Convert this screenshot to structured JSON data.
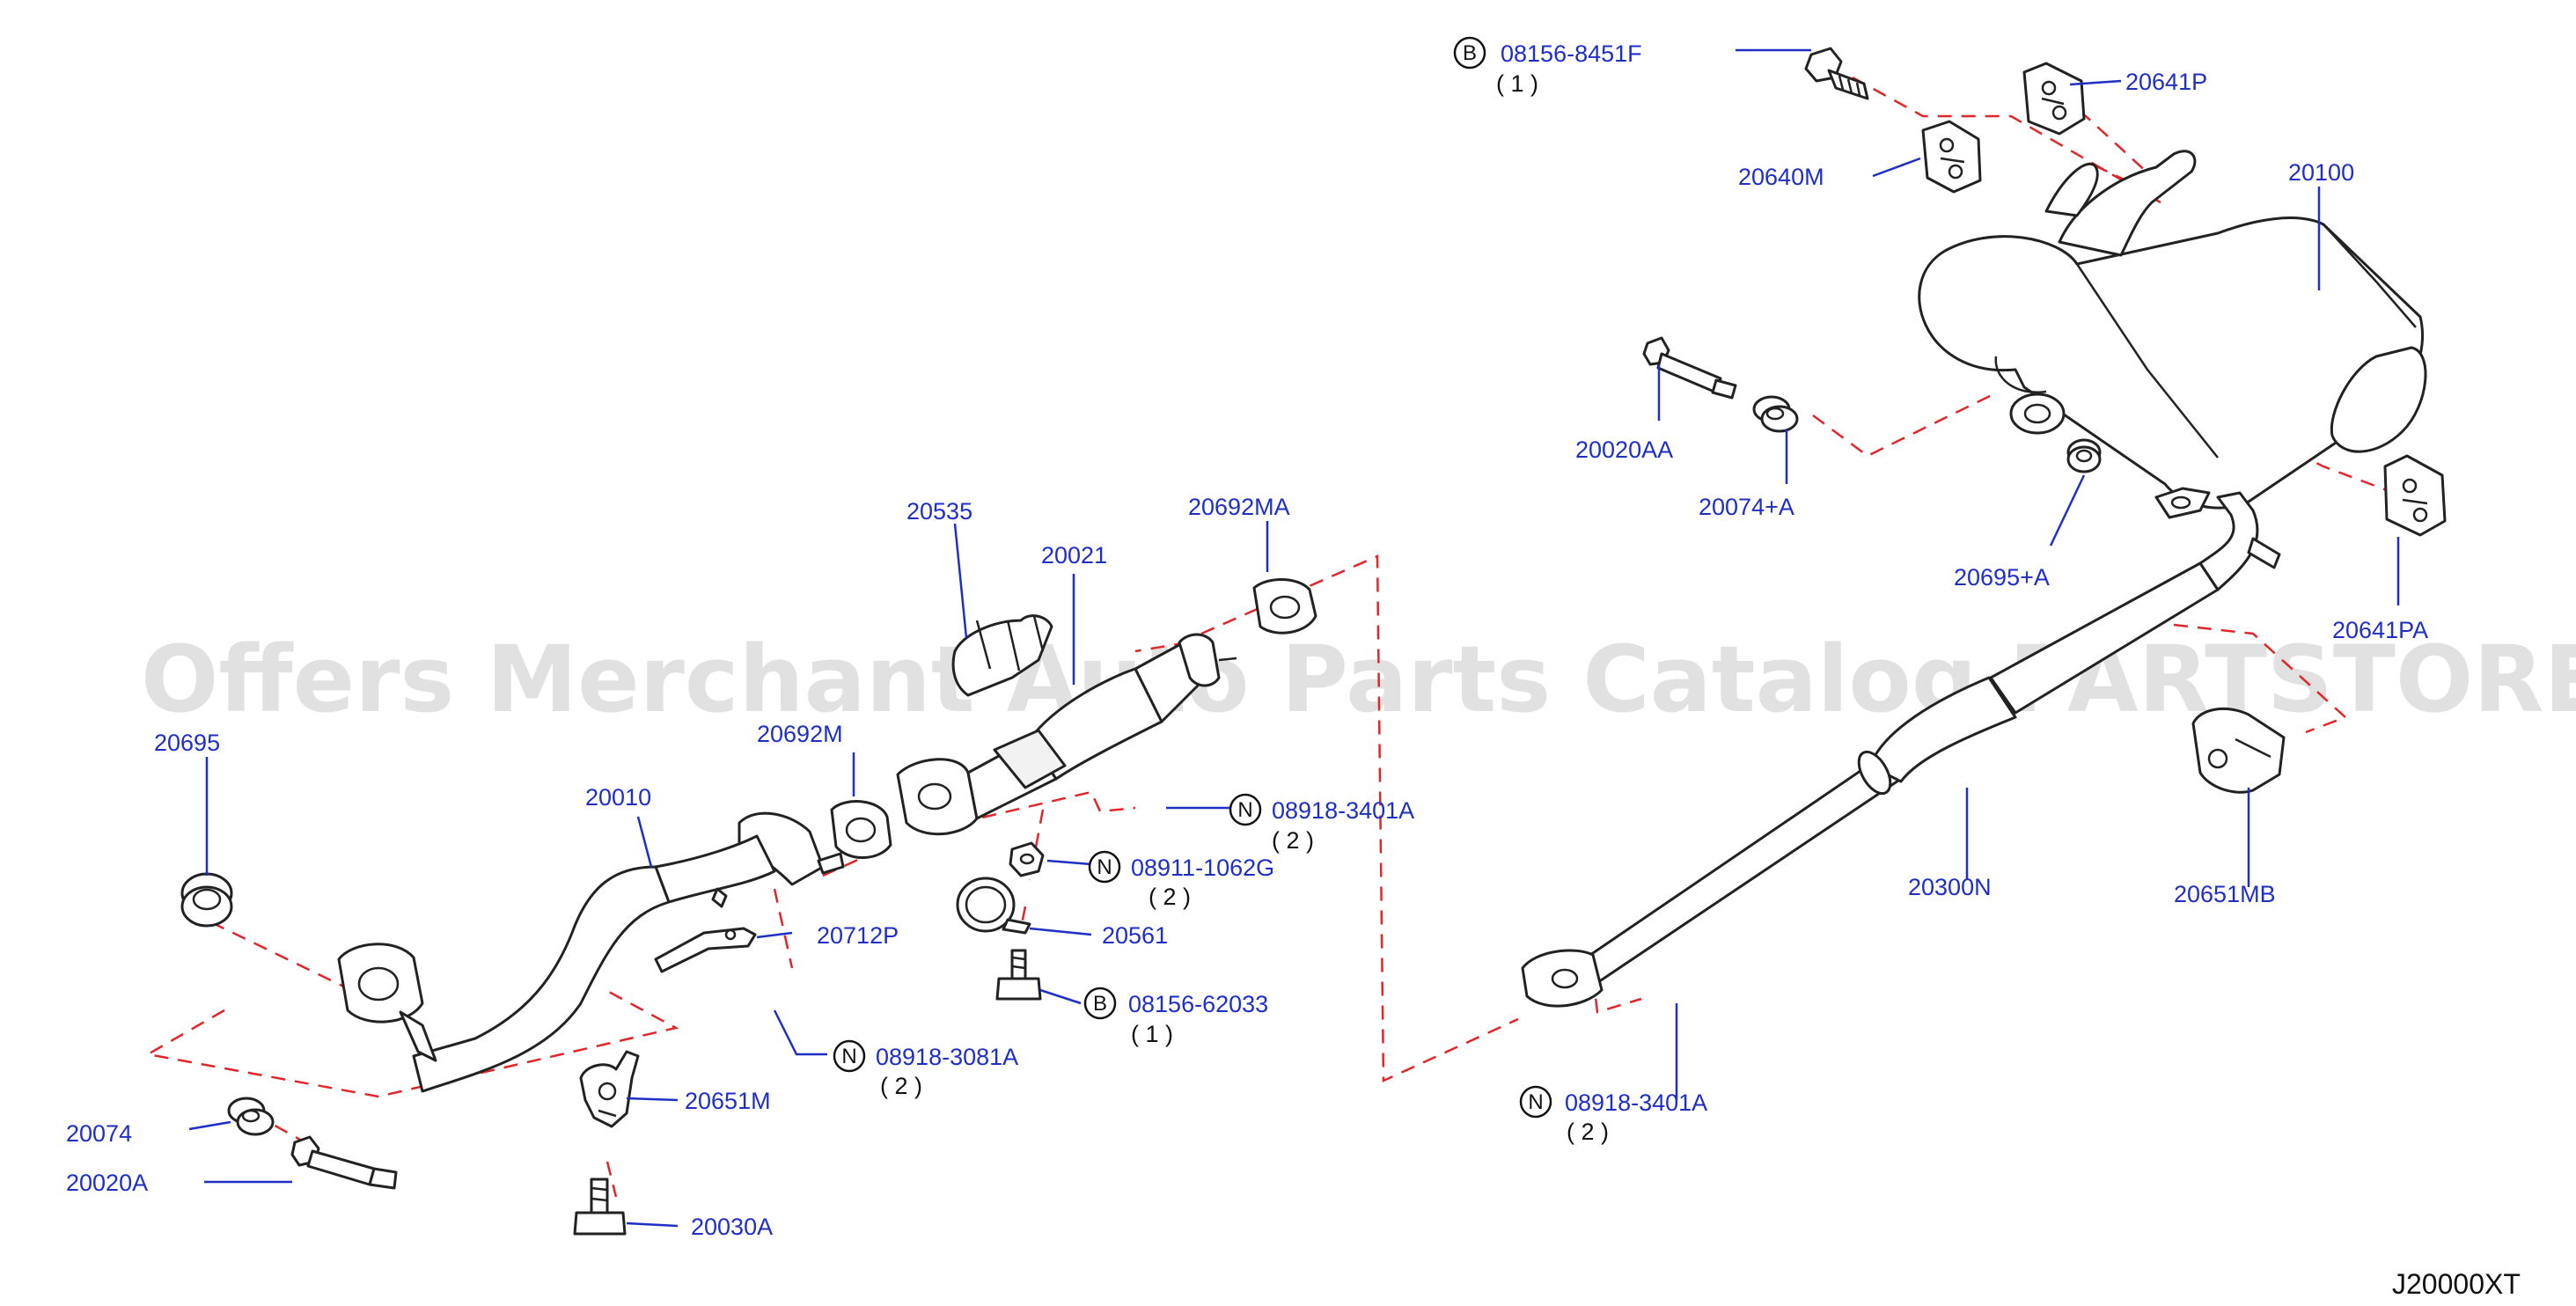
{
  "watermark": "Offers Merchant Auto Parts Catalog PARTSTORE.SA",
  "diagram_code": "J20000XT",
  "parts": [
    {
      "id": "p-08156-8451F",
      "num": "08156-8451F",
      "qty": "( 1 )",
      "prefix": "B"
    },
    {
      "id": "p-20641P",
      "num": "20641P"
    },
    {
      "id": "p-20640M",
      "num": "20640M"
    },
    {
      "id": "p-20100",
      "num": "20100"
    },
    {
      "id": "p-20020AA",
      "num": "20020AA"
    },
    {
      "id": "p-20074A2",
      "num": "20074+A"
    },
    {
      "id": "p-20695A",
      "num": "20695+A"
    },
    {
      "id": "p-20641PA",
      "num": "20641PA"
    },
    {
      "id": "p-20535",
      "num": "20535"
    },
    {
      "id": "p-20021",
      "num": "20021"
    },
    {
      "id": "p-20692MA",
      "num": "20692MA"
    },
    {
      "id": "p-20692M",
      "num": "20692M"
    },
    {
      "id": "p-20695",
      "num": "20695"
    },
    {
      "id": "p-20010",
      "num": "20010"
    },
    {
      "id": "p-08918-3401A-1",
      "num": "08918-3401A",
      "qty": "( 2 )",
      "prefix": "N"
    },
    {
      "id": "p-08911-1062G",
      "num": "08911-1062G",
      "qty": "( 2 )",
      "prefix": "N"
    },
    {
      "id": "p-20561",
      "num": "20561"
    },
    {
      "id": "p-20712P",
      "num": "20712P"
    },
    {
      "id": "p-08156-62033",
      "num": "08156-62033",
      "qty": "( 1 )",
      "prefix": "B"
    },
    {
      "id": "p-08918-3081A",
      "num": "08918-3081A",
      "qty": "( 2 )",
      "prefix": "N"
    },
    {
      "id": "p-20651M",
      "num": "20651M"
    },
    {
      "id": "p-20074",
      "num": "20074"
    },
    {
      "id": "p-20020A",
      "num": "20020A"
    },
    {
      "id": "p-20030A",
      "num": "20030A"
    },
    {
      "id": "p-20300N",
      "num": "20300N"
    },
    {
      "id": "p-20651MB",
      "num": "20651MB"
    },
    {
      "id": "p-08918-3401A-2",
      "num": "08918-3401A",
      "qty": "( 2 )",
      "prefix": "N"
    }
  ]
}
